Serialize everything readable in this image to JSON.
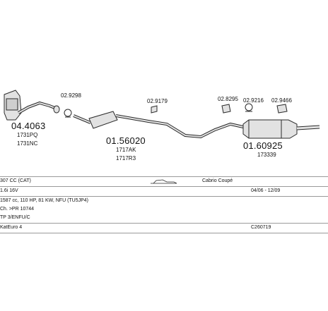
{
  "parts": {
    "catalyst": {
      "number": "04.4063",
      "codes": [
        "1731PQ",
        "1731NC"
      ]
    },
    "clamp_1": {
      "number": "02.9298"
    },
    "mid_silencer": {
      "number": "01.56020",
      "codes": [
        "1717AK",
        "1717R3"
      ]
    },
    "hanger_1": {
      "number": "02.9179"
    },
    "hanger_2": {
      "number": "02.8295"
    },
    "clamp_2": {
      "number": "02.9216"
    },
    "hanger_3": {
      "number": "02.9466"
    },
    "rear_silencer": {
      "number": "01.60925",
      "codes": [
        "173339"
      ]
    }
  },
  "info": {
    "model": "307 CC (CAT)",
    "body_style": "Cabrio Coupé",
    "engine": "1.6i 16V",
    "years": "04/06 - 12/09",
    "specs": "1587 cc, 110 HP, 81 KW, NFU (TU5JP4)",
    "chassis": "Ch. >PR 10744",
    "catalyst_note": "TP 3/ENFU/C",
    "kit": "KatEuro 4",
    "code": "C260719"
  },
  "colors": {
    "stroke": "#2a2a2a",
    "fill": "#e2e2e2",
    "line": "#9a9a9a"
  }
}
